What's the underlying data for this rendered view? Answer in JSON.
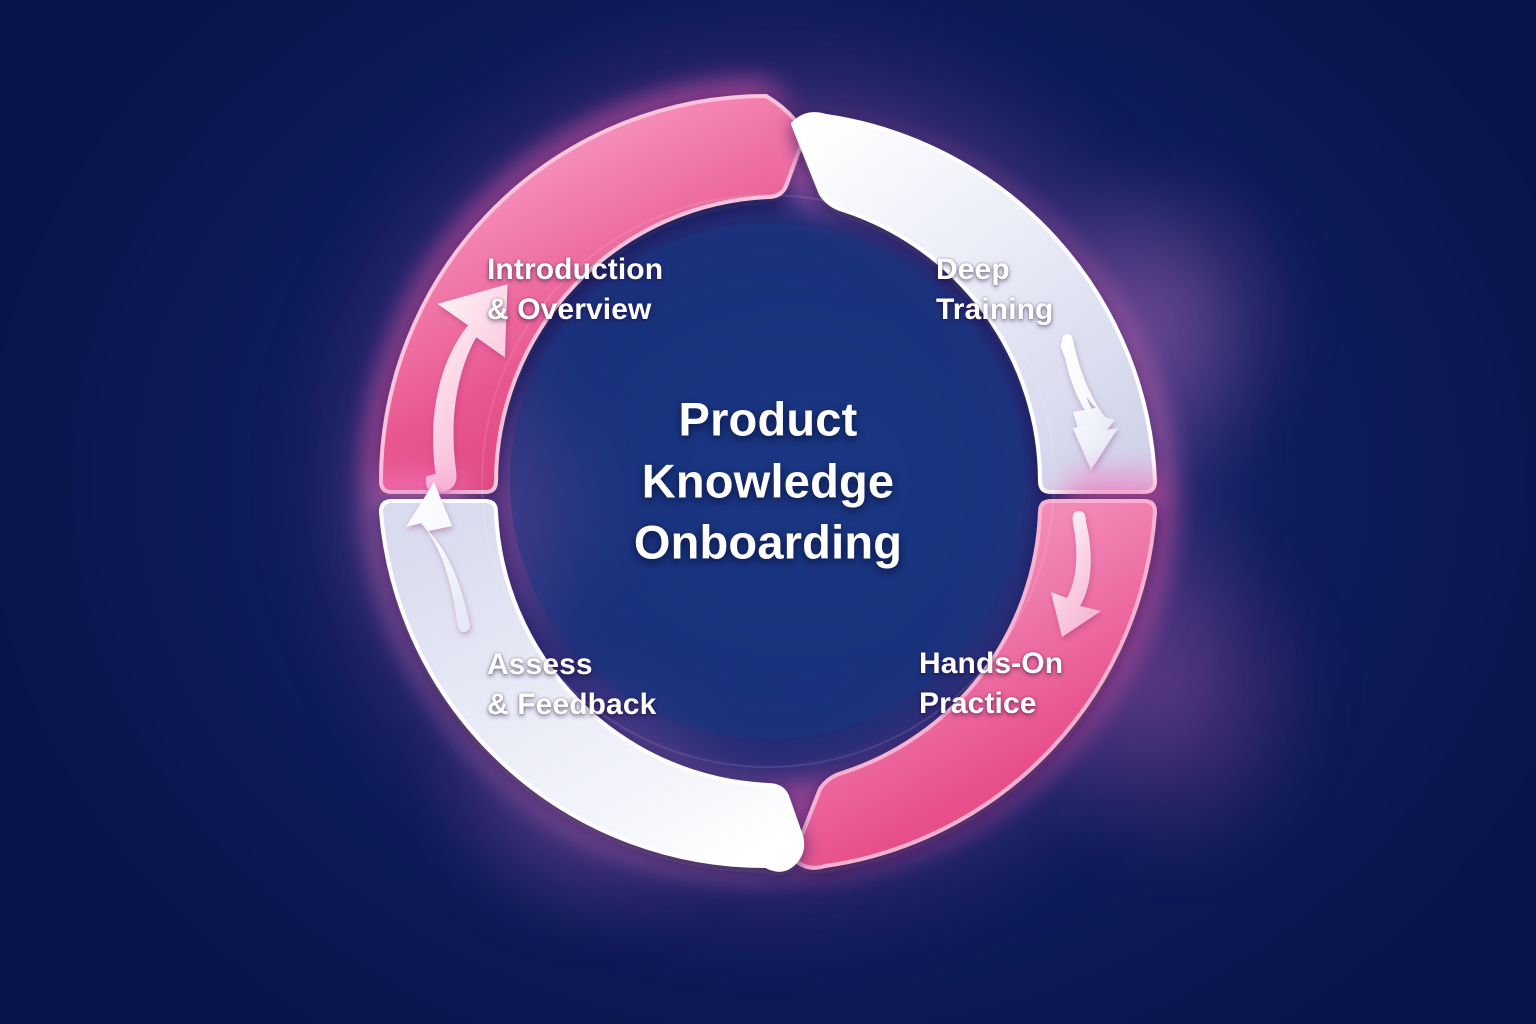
{
  "diagram": {
    "type": "cyclic-process-ring",
    "center_title": "Product\nKnowledge\nOnboarding",
    "background_color": "#0e1c5c",
    "direction": "clockwise",
    "segment_count": 4,
    "segments": [
      {
        "id": "introduction-overview",
        "label": "Introduction\n& Overview",
        "position": "top-left",
        "color": "#e8508c",
        "color_light": "#f6a6c8",
        "arrow": "curved-arrow-up-right",
        "order": 1
      },
      {
        "id": "deep-training",
        "label": "Deep\nTraining",
        "position": "top-right",
        "color": "#e3e4f2",
        "color_light": "#ffffff",
        "arrow": "curved-arrow-down",
        "order": 2
      },
      {
        "id": "hands-on-practice",
        "label": "Hands-On\nPractice",
        "position": "bottom-right",
        "color": "#e8508c",
        "color_light": "#f59ec2",
        "arrow": "curved-arrow-down-left",
        "order": 3
      },
      {
        "id": "assess-feedback",
        "label": "Assess\n& Feedback",
        "position": "bottom-left",
        "color": "#dfe0f0",
        "color_light": "#ffffff",
        "arrow": "curved-arrow-up",
        "order": 4
      }
    ],
    "accent_glow_color": "#ff6abe"
  }
}
